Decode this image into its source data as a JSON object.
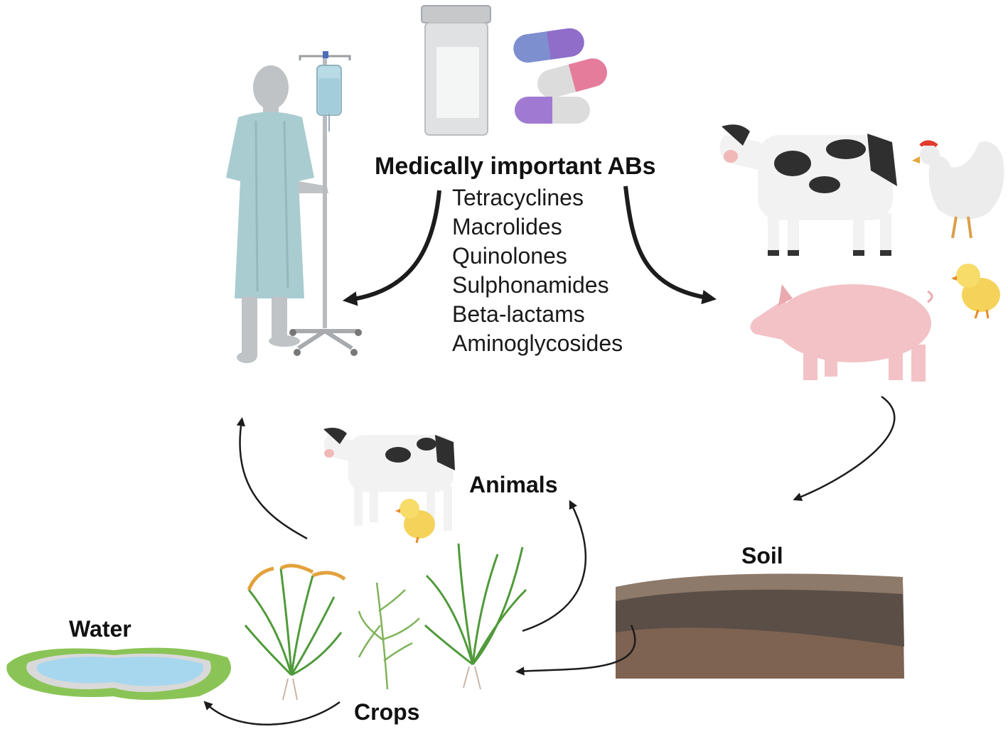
{
  "title": "Medically important ABs",
  "antibiotics": [
    "Tetracyclines",
    "Macrolides",
    "Quinolones",
    "Sulphonamides",
    "Beta-lactams",
    "Aminoglycosides"
  ],
  "labels": {
    "animals": "Animals",
    "soil": "Soil",
    "water": "Water",
    "crops": "Crops"
  },
  "colors": {
    "gown": "#a9ccd0",
    "skin": "#bfc3c5",
    "pig": "#f3c2c6",
    "soil_dark": "#5a4e46",
    "soil_mid": "#7e6252",
    "water": "#a7d7ee",
    "grass": "#4f9a3a",
    "grain": "#e3a23c",
    "arrow": "#1c1c1c"
  },
  "icons": [
    "patient-icon",
    "iv-stand-icon",
    "pill-bottle-icon",
    "capsule-icon",
    "cow-icon",
    "chicken-icon",
    "chick-icon",
    "pig-icon",
    "soil-icon",
    "water-pond-icon",
    "rice-plant-icon",
    "vetch-plant-icon",
    "grass-plant-icon"
  ]
}
